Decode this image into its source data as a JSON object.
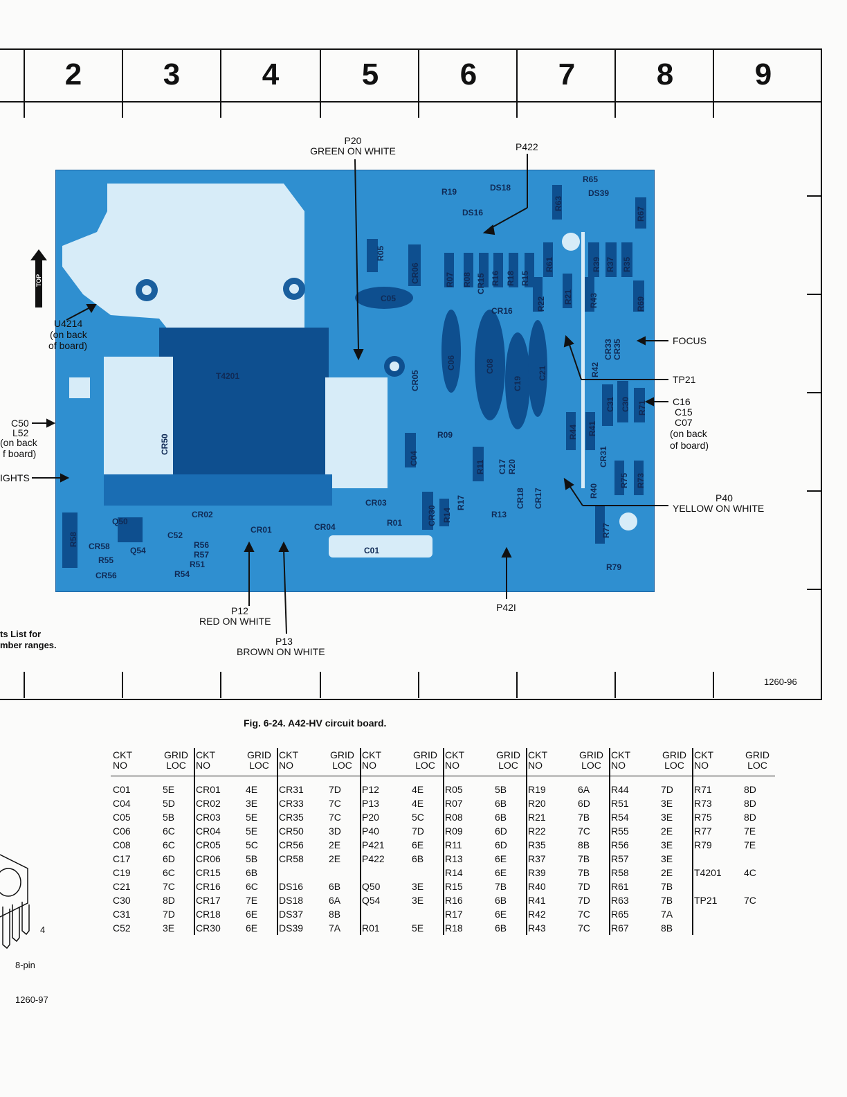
{
  "grid_columns": [
    "2",
    "3",
    "4",
    "5",
    "6",
    "7",
    "8",
    "9"
  ],
  "labels": {
    "p20": "P20",
    "p20_color": "GREEN ON WHITE",
    "p422": "P422",
    "u4214": "U4214",
    "u4214_note1": "(on back",
    "u4214_note2": "of board)",
    "c50": "C50",
    "l52": "L52",
    "c50_note1": "(on back",
    "c50_note2": "f board)",
    "ights": "IGHTS",
    "focus": "FOCUS",
    "tp21": "TP21",
    "c16": "C16",
    "c15": "C15",
    "c07": "C07",
    "c16_note1": "(on back",
    "c16_note2": "of board)",
    "p40": "P40",
    "p40_color": "YELLOW ON WHITE",
    "p12": "P12",
    "p12_color": "RED ON WHITE",
    "p13": "P13",
    "p13_color": "BROWN ON WHITE",
    "p421": "P42I",
    "parts_list1": "ts List for",
    "parts_list2": "mber ranges.",
    "fig_id": "1260-96",
    "pin_num": "4",
    "pin_label": "8-pin",
    "bottom_id": "1260-97",
    "top_tag": "TOP"
  },
  "board_labels": [
    "R19",
    "DS18",
    "R65",
    "DS39",
    "DS16",
    "R63",
    "R67",
    "R05",
    "CR06",
    "R07",
    "R08",
    "CR15",
    "R16",
    "R18",
    "R15",
    "R61",
    "R39",
    "R37",
    "R35",
    "C05",
    "CR16",
    "R22",
    "R21",
    "R43",
    "R69",
    "T4201",
    "CR05",
    "C06",
    "C08",
    "C19",
    "C21",
    "R42",
    "CR33",
    "CR35",
    "CR50",
    "R09",
    "C04",
    "R11",
    "C17",
    "R20",
    "R44",
    "R41",
    "C31",
    "C30",
    "R71",
    "CR31",
    "R75",
    "R73",
    "R40",
    "CR03",
    "CR30",
    "R14",
    "R17",
    "R13",
    "CR18",
    "CR17",
    "CR02",
    "Q50",
    "C52",
    "CR01",
    "CR04",
    "R01",
    "R58",
    "CR58",
    "Q54",
    "R55",
    "R56",
    "R57",
    "R51",
    "CR56",
    "R54",
    "C01",
    "R77",
    "R79"
  ],
  "caption": "Fig. 6-24.  A42-HV circuit board.",
  "table": {
    "hdr_ckt1": "CKT",
    "hdr_ckt2": "NO",
    "hdr_grid1": "GRID",
    "hdr_grid2": "LOC",
    "columns": [
      [
        [
          "C01",
          "5E"
        ],
        [
          "C04",
          "5D"
        ],
        [
          "C05",
          "5B"
        ],
        [
          "C06",
          "6C"
        ],
        [
          "C08",
          "6C"
        ],
        [
          "C17",
          "6D"
        ],
        [
          "C19",
          "6C"
        ],
        [
          "C21",
          "7C"
        ],
        [
          "C30",
          "8D"
        ],
        [
          "C31",
          "7D"
        ],
        [
          "C52",
          "3E"
        ]
      ],
      [
        [
          "CR01",
          "4E"
        ],
        [
          "CR02",
          "3E"
        ],
        [
          "CR03",
          "5E"
        ],
        [
          "CR04",
          "5E"
        ],
        [
          "CR05",
          "5C"
        ],
        [
          "CR06",
          "5B"
        ],
        [
          "CR15",
          "6B"
        ],
        [
          "CR16",
          "6C"
        ],
        [
          "CR17",
          "7E"
        ],
        [
          "CR18",
          "6E"
        ],
        [
          "CR30",
          "6E"
        ]
      ],
      [
        [
          "CR31",
          "7D"
        ],
        [
          "CR33",
          "7C"
        ],
        [
          "CR35",
          "7C"
        ],
        [
          "CR50",
          "3D"
        ],
        [
          "CR56",
          "2E"
        ],
        [
          "CR58",
          "2E"
        ],
        [
          "",
          ""
        ],
        [
          "DS16",
          "6B"
        ],
        [
          "DS18",
          "6A"
        ],
        [
          "DS37",
          "8B"
        ],
        [
          "DS39",
          "7A"
        ]
      ],
      [
        [
          "P12",
          "4E"
        ],
        [
          "P13",
          "4E"
        ],
        [
          "P20",
          "5C"
        ],
        [
          "P40",
          "7D"
        ],
        [
          "P421",
          "6E"
        ],
        [
          "P422",
          "6B"
        ],
        [
          "",
          ""
        ],
        [
          "Q50",
          "3E"
        ],
        [
          "Q54",
          "3E"
        ],
        [
          "",
          ""
        ],
        [
          "R01",
          "5E"
        ]
      ],
      [
        [
          "R05",
          "5B"
        ],
        [
          "R07",
          "6B"
        ],
        [
          "R08",
          "6B"
        ],
        [
          "R09",
          "6D"
        ],
        [
          "R11",
          "6D"
        ],
        [
          "R13",
          "6E"
        ],
        [
          "R14",
          "6E"
        ],
        [
          "R15",
          "7B"
        ],
        [
          "R16",
          "6B"
        ],
        [
          "R17",
          "6E"
        ],
        [
          "R18",
          "6B"
        ]
      ],
      [
        [
          "R19",
          "6A"
        ],
        [
          "R20",
          "6D"
        ],
        [
          "R21",
          "7B"
        ],
        [
          "R22",
          "7C"
        ],
        [
          "R35",
          "8B"
        ],
        [
          "R37",
          "7B"
        ],
        [
          "R39",
          "7B"
        ],
        [
          "R40",
          "7D"
        ],
        [
          "R41",
          "7D"
        ],
        [
          "R42",
          "7C"
        ],
        [
          "R43",
          "7C"
        ]
      ],
      [
        [
          "R44",
          "7D"
        ],
        [
          "R51",
          "3E"
        ],
        [
          "R54",
          "3E"
        ],
        [
          "R55",
          "2E"
        ],
        [
          "R56",
          "3E"
        ],
        [
          "R57",
          "3E"
        ],
        [
          "R58",
          "2E"
        ],
        [
          "R61",
          "7B"
        ],
        [
          "R63",
          "7B"
        ],
        [
          "R65",
          "7A"
        ],
        [
          "R67",
          "8B"
        ]
      ],
      [
        [
          "R71",
          "8D"
        ],
        [
          "R73",
          "8D"
        ],
        [
          "R75",
          "8D"
        ],
        [
          "R77",
          "7E"
        ],
        [
          "R79",
          "7E"
        ],
        [
          "",
          ""
        ],
        [
          "T4201",
          "4C"
        ],
        [
          "",
          ""
        ],
        [
          "TP21",
          "7C"
        ],
        [
          "",
          ""
        ],
        [
          "",
          ""
        ]
      ]
    ]
  }
}
